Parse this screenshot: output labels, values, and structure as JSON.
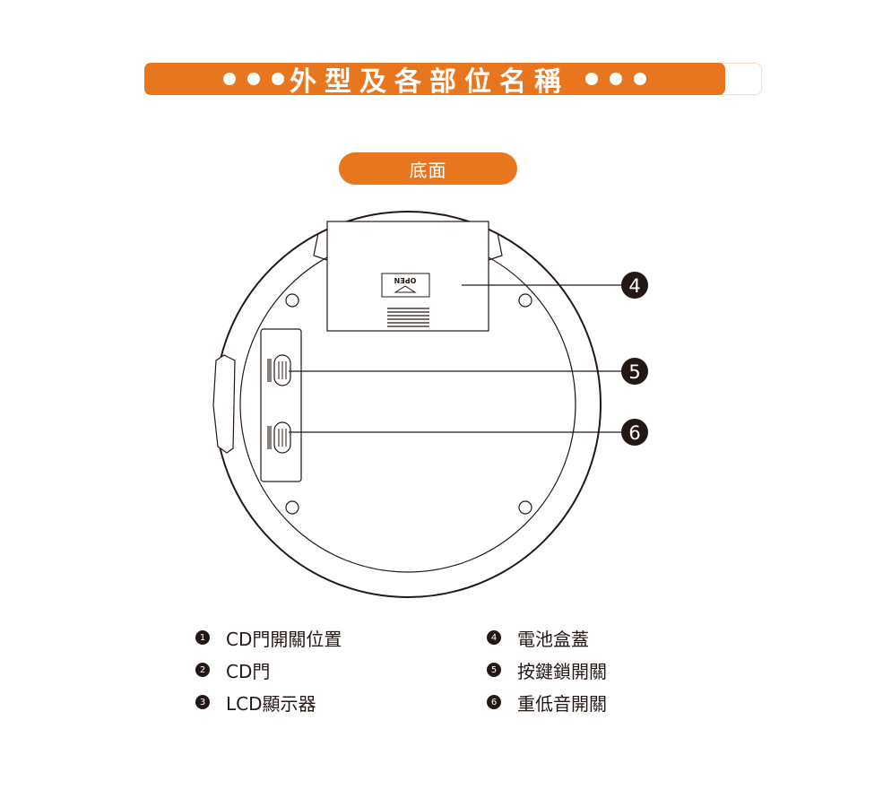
{
  "header": {
    "title": "外型及各部位名稱"
  },
  "view_label": "底面",
  "device": {
    "battery_cover_text": "OPEN"
  },
  "callouts": [
    "4",
    "5",
    "6"
  ],
  "legend": [
    {
      "num": "1",
      "label": "CD門開關位置"
    },
    {
      "num": "2",
      "label": "CD門"
    },
    {
      "num": "3",
      "label": "LCD顯示器"
    },
    {
      "num": "4",
      "label": "電池盒蓋"
    },
    {
      "num": "5",
      "label": "按鍵鎖開關"
    },
    {
      "num": "6",
      "label": "重低音開關"
    }
  ],
  "colors": {
    "accent": "#e8761f",
    "ink": "#231815"
  }
}
